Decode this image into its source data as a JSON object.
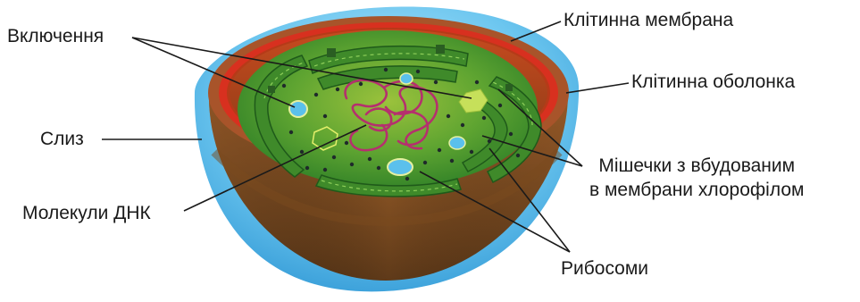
{
  "labels": {
    "inclusions": "Включення",
    "cell_membrane": "Клітинна мембрана",
    "cell_wall": "Клітинна оболонка",
    "mucus": "Слиз",
    "thylakoid_line1": "Мішечки з вбудованим",
    "thylakoid_line2": "в мембрани хлорофілом",
    "dna_molecules": "Молекули ДНК",
    "ribosomes": "Рибосоми"
  },
  "colors": {
    "mucus": "#52b8e8",
    "mucus_light": "#9fdcf6",
    "cell_wall": "#a8542a",
    "cell_membrane": "#d8301f",
    "cytoplasm": "#2f8a2a",
    "cytoplasm_light": "#86b83a",
    "thylakoid": "#3f8a2a",
    "dna": "#b5306e",
    "inclusion_blue": "#5bc0ec",
    "inclusion_green": "#c6e05a",
    "ribosome": "#1f2a2a",
    "leader_line": "#1a1a1a"
  }
}
